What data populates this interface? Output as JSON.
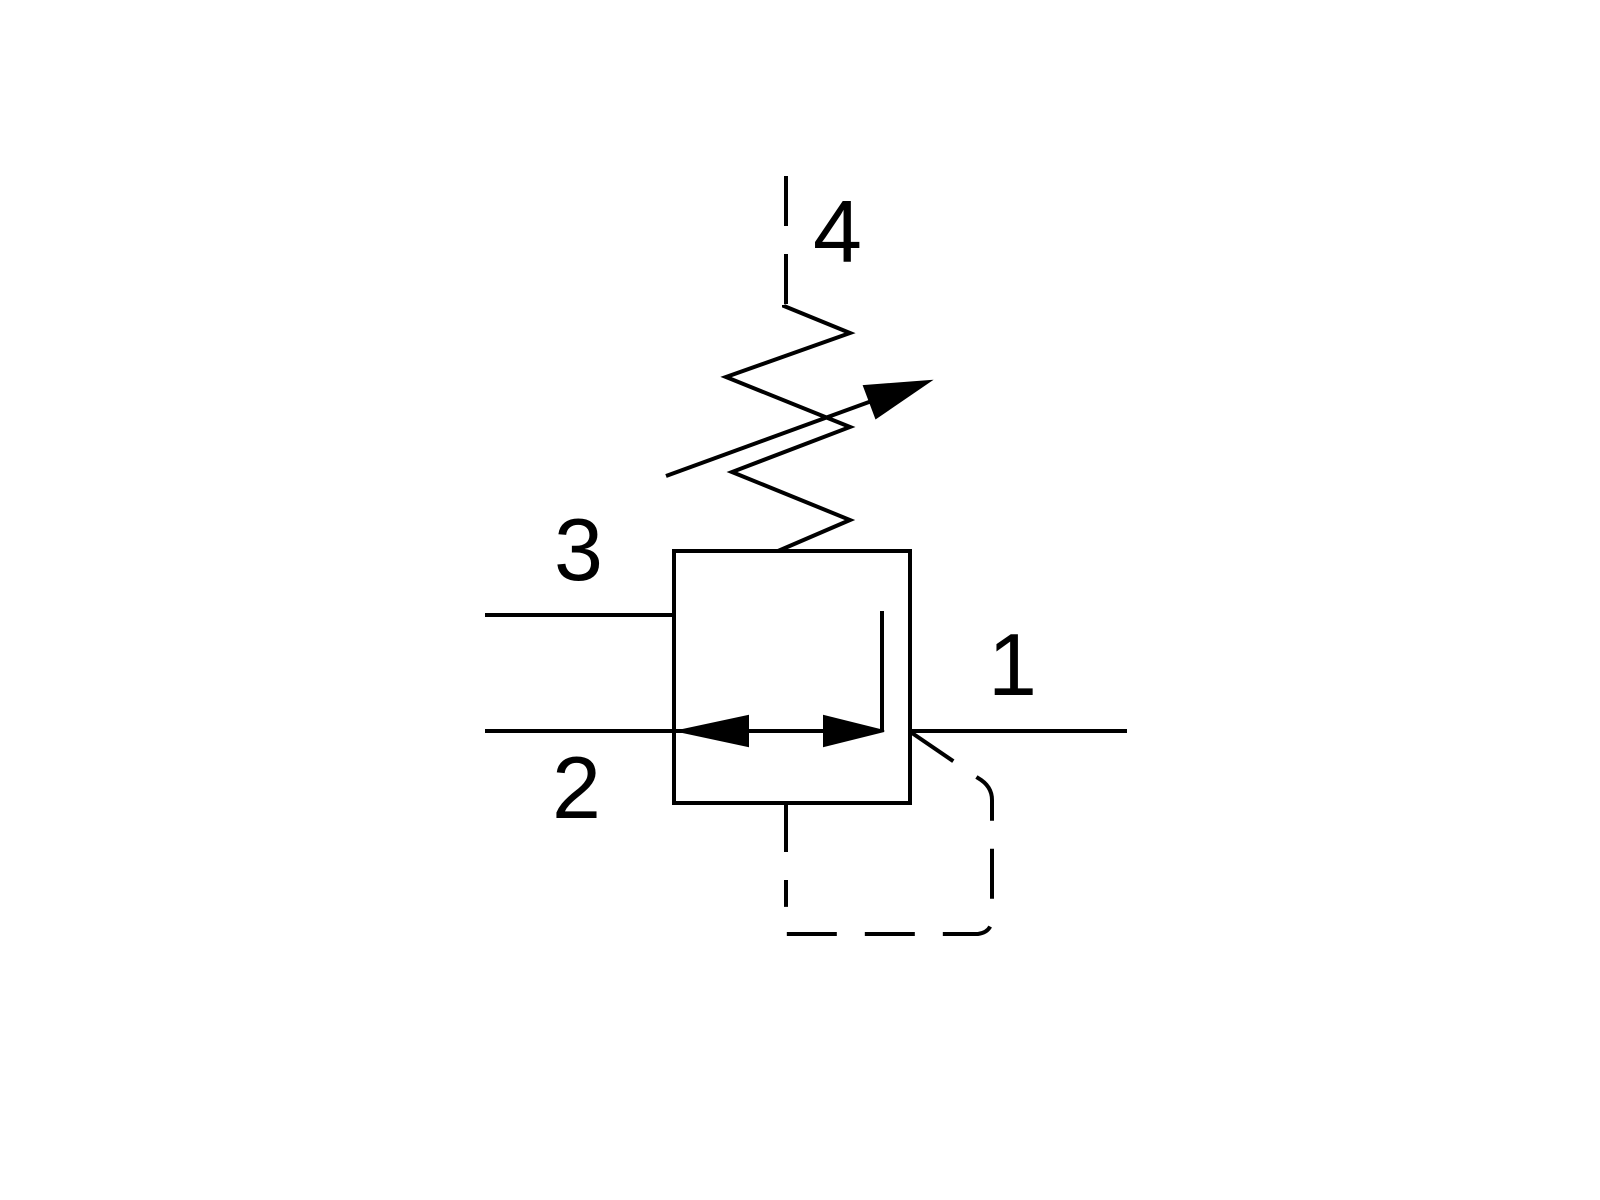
{
  "diagram": {
    "ports": {
      "p1": "1",
      "p2": "2",
      "p3": "3",
      "p4": "4"
    },
    "colors": {
      "stroke": "#000000",
      "background": "#ffffff"
    }
  }
}
